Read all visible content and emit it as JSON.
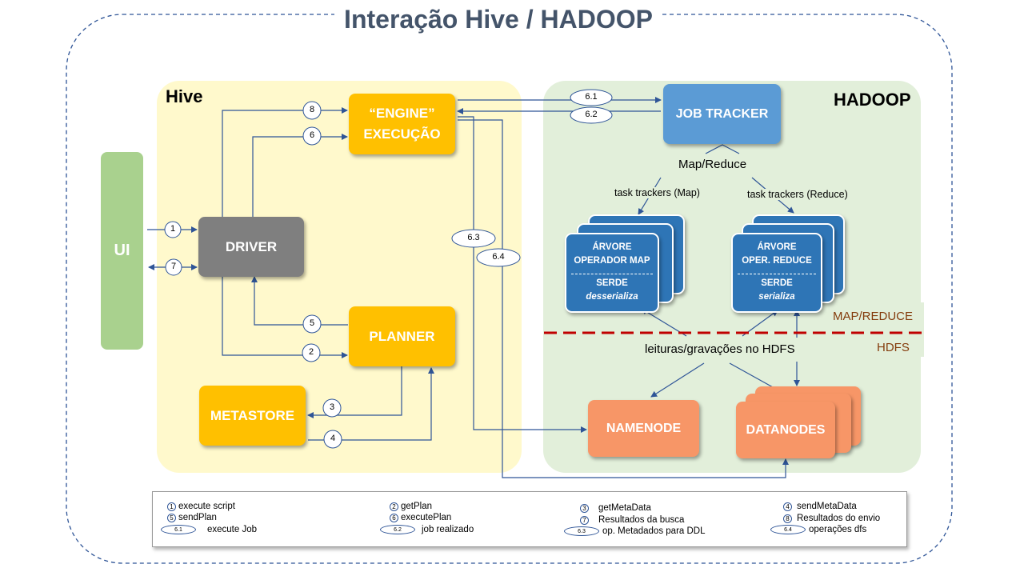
{
  "title": "Interação Hive / HADOOP",
  "regions": {
    "hive": "Hive",
    "hadoop": "HADOOP"
  },
  "nodes": {
    "ui": "UI",
    "driver": "DRIVER",
    "engine": "“ENGINE” EXECUÇÃO",
    "planner": "PLANNER",
    "metastore": "METASTORE",
    "job_tracker": "JOB TRACKER",
    "namenode": "NAMENODE",
    "datanodes": "DATANODES"
  },
  "map_tree": {
    "line1": "ÁRVORE",
    "line2": "OPERADOR MAP",
    "serde": "SERDE",
    "serde_sub": "desserializa"
  },
  "reduce_tree": {
    "line1": "ÁRVORE",
    "line2": "OPER.  REDUCE",
    "serde": "SERDE",
    "serde_sub": "serializa"
  },
  "labels": {
    "map_reduce": "Map/Reduce",
    "task_map": "task trackers (Map)",
    "task_reduce": "task trackers (Reduce)",
    "hdfs_rw": "leituras/gravações no HDFS",
    "layer_mapreduce": "MAP/REDUCE",
    "layer_hdfs": "HDFS"
  },
  "steps": {
    "s1": "1",
    "s2": "2",
    "s3": "3",
    "s4": "4",
    "s5": "5",
    "s6": "6",
    "s7": "7",
    "s8": "8",
    "s61": "6.1",
    "s62": "6.2",
    "s63": "6.3",
    "s64": "6.4"
  },
  "legend": [
    {
      "num": "1",
      "text": "execute  script"
    },
    {
      "num": "2",
      "text": "getPlan"
    },
    {
      "num": "3",
      "text": "getMetaData"
    },
    {
      "num": "4",
      "text": "sendMetaData"
    },
    {
      "num": "5",
      "text": "sendPlan"
    },
    {
      "num": "6",
      "text": "executePlan"
    },
    {
      "num": "7",
      "text": "Resultados da busca"
    },
    {
      "num": "8",
      "text": "Resultados do envio"
    },
    {
      "num": "6.1",
      "text": "execute  Job"
    },
    {
      "num": "6.2",
      "text": "job realizado"
    },
    {
      "num": "6.3",
      "text": "op. Metadados para DDL"
    },
    {
      "num": "6.4",
      "text": "operações dfs"
    }
  ],
  "colors": {
    "hive_bg": "#fff9cc",
    "hadoop_bg": "#e2efda",
    "accent_yellow": "#ffc000",
    "accent_orange": "#f79667",
    "accent_blue": "#5b9bd5",
    "tree_blue": "#2e75b6",
    "divider_red": "#c00000",
    "arrow": "#2f5597"
  }
}
